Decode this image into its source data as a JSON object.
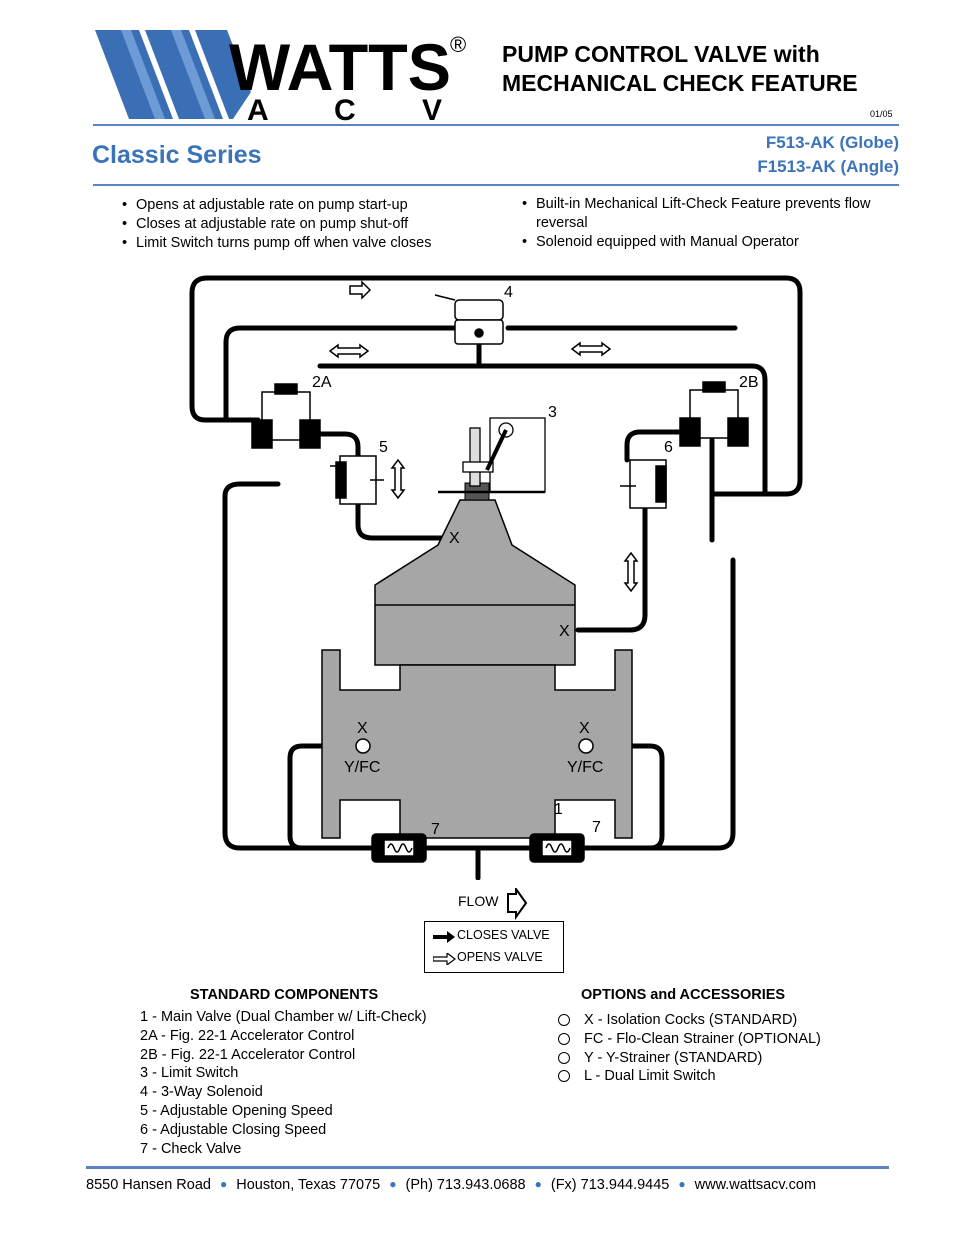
{
  "brand": {
    "name": "WATTS",
    "sub": "A C V",
    "registered": "®"
  },
  "title": {
    "line1": "PUMP CONTROL VALVE with",
    "line2": "MECHANICAL CHECK FEATURE"
  },
  "date": "01/05",
  "series": "Classic Series",
  "models": [
    "F513-AK  (Globe)",
    "F1513-AK  (Angle)"
  ],
  "features_left": [
    "Opens at adjustable rate on pump start-up",
    "Closes at adjustable rate on pump shut-off",
    "Limit Switch turns pump off when valve closes"
  ],
  "features_right": [
    "Built-in Mechanical Lift-Check Feature prevents flow reversal",
    "Solenoid equipped with Manual Operator"
  ],
  "diagram_labels": {
    "l4": "4",
    "l2a": "2A",
    "l2b": "2B",
    "l3": "3",
    "l5": "5",
    "l6": "6",
    "x_top": "X",
    "x_right": "X",
    "x_left_port": "X",
    "x_right_port": "X",
    "yfc_left": "Y/FC",
    "yfc_right": "Y/FC",
    "l1": "1",
    "l7_left": "7",
    "l7_right": "7"
  },
  "flow_label": "FLOW",
  "legend": {
    "closes": "CLOSES VALVE",
    "opens": "OPENS VALVE"
  },
  "standard_components": {
    "heading": "STANDARD COMPONENTS",
    "items": [
      "1 - Main Valve (Dual Chamber w/ Lift-Check)",
      "2A - Fig. 22-1 Accelerator Control",
      "2B - Fig. 22-1 Accelerator Control",
      "3 - Limit Switch",
      "4 - 3-Way Solenoid",
      "5 - Adjustable Opening Speed",
      "6 - Adjustable Closing Speed",
      "7 - Check Valve"
    ]
  },
  "options": {
    "heading": "OPTIONS and ACCESSORIES",
    "items": [
      "X - Isolation Cocks (STANDARD)",
      "FC - Flo-Clean Strainer (OPTIONAL)",
      "Y - Y-Strainer (STANDARD)",
      "L - Dual Limit Switch"
    ]
  },
  "footer": {
    "address": "8550 Hansen Road",
    "city": "Houston, Texas 77075",
    "phone": "(Ph) 713.943.0688",
    "fax": "(Fx) 713.944.9445",
    "web": "www.wattsacv.com"
  },
  "colors": {
    "accent": "#3b73b9",
    "valve_gray": "#a6a6a6"
  }
}
